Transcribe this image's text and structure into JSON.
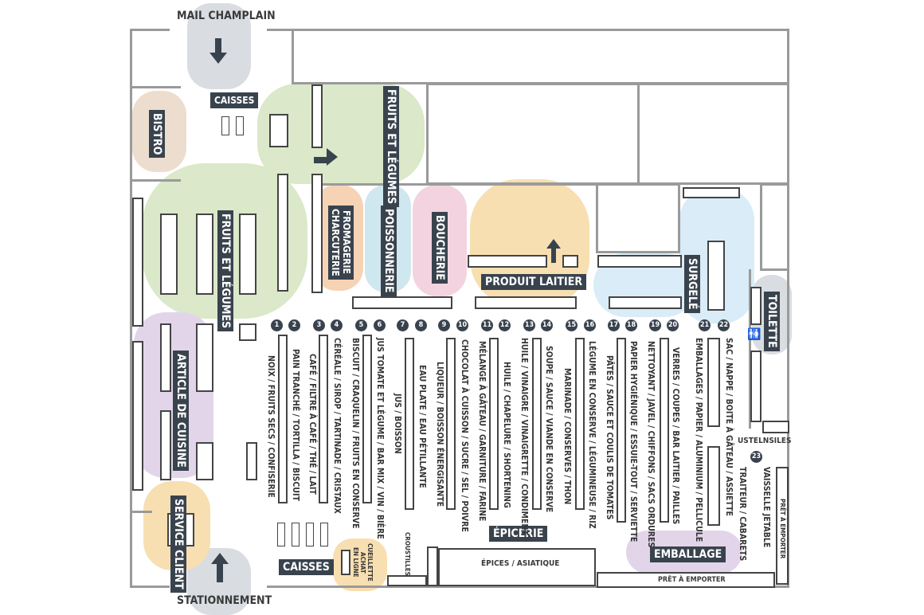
{
  "entrances": {
    "top": "MAIL CHAMPLAIN",
    "bottom": "STATIONNEMENT"
  },
  "zones": {
    "caisses_top": "CAISSES",
    "bistro": "BISTRO",
    "fruits_top": "FRUITS ET LÉGUMES",
    "fruits_left": "FRUITS ET LÉGUMES",
    "fromagerie": "FROMAGERIE\nCHARCUTERIE",
    "poissonnerie": "POISSONNERIE",
    "boucherie": "BOUCHERIE",
    "produit_laitier": "PRODUIT LAITIER",
    "surgele": "SURGELÉ",
    "toilette": "TOILETTE",
    "article_cuisine": "ARTICLE DE CUISINE",
    "service_client": "SERVICE CLIENT",
    "caisses_bottom": "CAISSES",
    "cueillette": "CUEILLETTE\nACHAT\nEN LIGNE",
    "croustilles": "CROUSTILLES",
    "epices": "ÉPICES / ASIATIQUE",
    "epicerie": "ÉPICERIE",
    "emballage": "EMBALLAGE",
    "ustensiles": "USTELNSILES",
    "pret_vertical": "PRÊT À EMPORTER",
    "pret_horizontal": "PRÊT À EMPORTER"
  },
  "aisles": [
    {
      "n": "1",
      "label": "NOIX / FRUITS SECS / CONFISERIE"
    },
    {
      "n": "2",
      "label": "PAIN TRANCHÉ / TORTILLA / BISCUIT"
    },
    {
      "n": "3",
      "label": "CAFÉ / FILTRE À CAFÉ / THÉ / LAIT"
    },
    {
      "n": "4",
      "label": "CÉRÉALE / SIROP / TARTINADE / CRISTAUX"
    },
    {
      "n": "5",
      "label": "BISCUIT / CRAQUELIN / FRUITS EN CONSERVE"
    },
    {
      "n": "6",
      "label": "JUS TOMATE ET LÉGUME / BAR MIX / VIN / BIÈRE"
    },
    {
      "n": "7",
      "label": "JUS / BOISSON"
    },
    {
      "n": "8",
      "label": "EAU PLATE / EAU PÉTILLANTE"
    },
    {
      "n": "9",
      "label": "LIQUEUR / BOISSON ÉNERGISANTE"
    },
    {
      "n": "10",
      "label": "CHOCOLAT À CUISSON / SUCRE / SEL / POIVRE"
    },
    {
      "n": "11",
      "label": "MÉLANGE À GÂTEAU / GARNITURE / FARINE"
    },
    {
      "n": "12",
      "label": "HUILE / CHAPELURE / SHORTENING"
    },
    {
      "n": "13",
      "label": "HUILE / VINAIGRE / VINAIGRETTE / CONDIMENT"
    },
    {
      "n": "14",
      "label": "SOUPE / SAUCE / VIANDE EN CONSERVE"
    },
    {
      "n": "15",
      "label": "MARINADE / CONSERVES / THON"
    },
    {
      "n": "16",
      "label": "LÉGUME EN CONSERVE / LÉGUMINEUSE / RIZ"
    },
    {
      "n": "17",
      "label": "PÂTES / SAUCE ET COULIS DE TOMATES"
    },
    {
      "n": "18",
      "label": "PAPIER HYGIÉNIQUE / ESSUIE-TOUT / SERVIETTE"
    },
    {
      "n": "19",
      "label": "NETTOYANT / JAVEL / CHIFFONS / SACS ORDURES"
    },
    {
      "n": "20",
      "label": "VERRES / COUPES / BAR LAITIER / PAILLES"
    },
    {
      "n": "21",
      "label": "EMBALLAGES / PAPIER / ALUMINIUM / PELLICULE"
    },
    {
      "n": "22",
      "label": "SAC / NAPPE / BOITE À GÂTEAU / ASSIETTE"
    },
    {
      "n": "23",
      "label": "TRAITEUR / CABARETS"
    },
    {
      "n": "",
      "label": "VAISSELLE JETABLE"
    }
  ],
  "colors": {
    "label_bg": "#39434e",
    "wall": "#9a9a9a"
  }
}
